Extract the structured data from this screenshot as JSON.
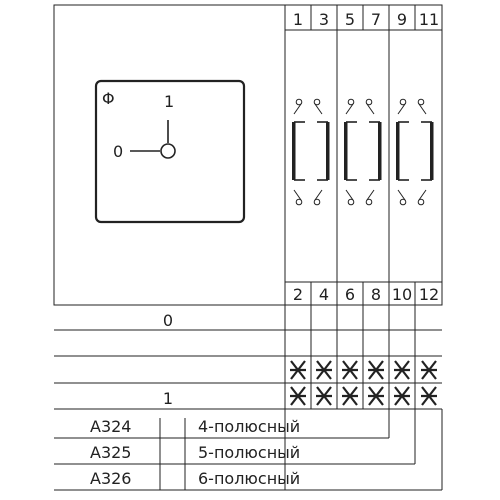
{
  "header": {
    "terminals_top": [
      "1",
      "3",
      "5",
      "7",
      "9",
      "11"
    ],
    "terminals_bottom": [
      "2",
      "4",
      "6",
      "8",
      "10",
      "12"
    ]
  },
  "dial": {
    "symbol": "Φ",
    "off_label": "0",
    "on_label": "1"
  },
  "positions": [
    {
      "label": "0",
      "closed": [
        false,
        false,
        false,
        false,
        false,
        false
      ]
    },
    {
      "label": "1",
      "closed": [
        true,
        true,
        true,
        true,
        true,
        true
      ]
    }
  ],
  "models": [
    {
      "code": "A324",
      "description": "4-полюсный"
    },
    {
      "code": "A325",
      "description": "5-полюсный"
    },
    {
      "code": "A326",
      "description": "6-полюсный"
    }
  ]
}
